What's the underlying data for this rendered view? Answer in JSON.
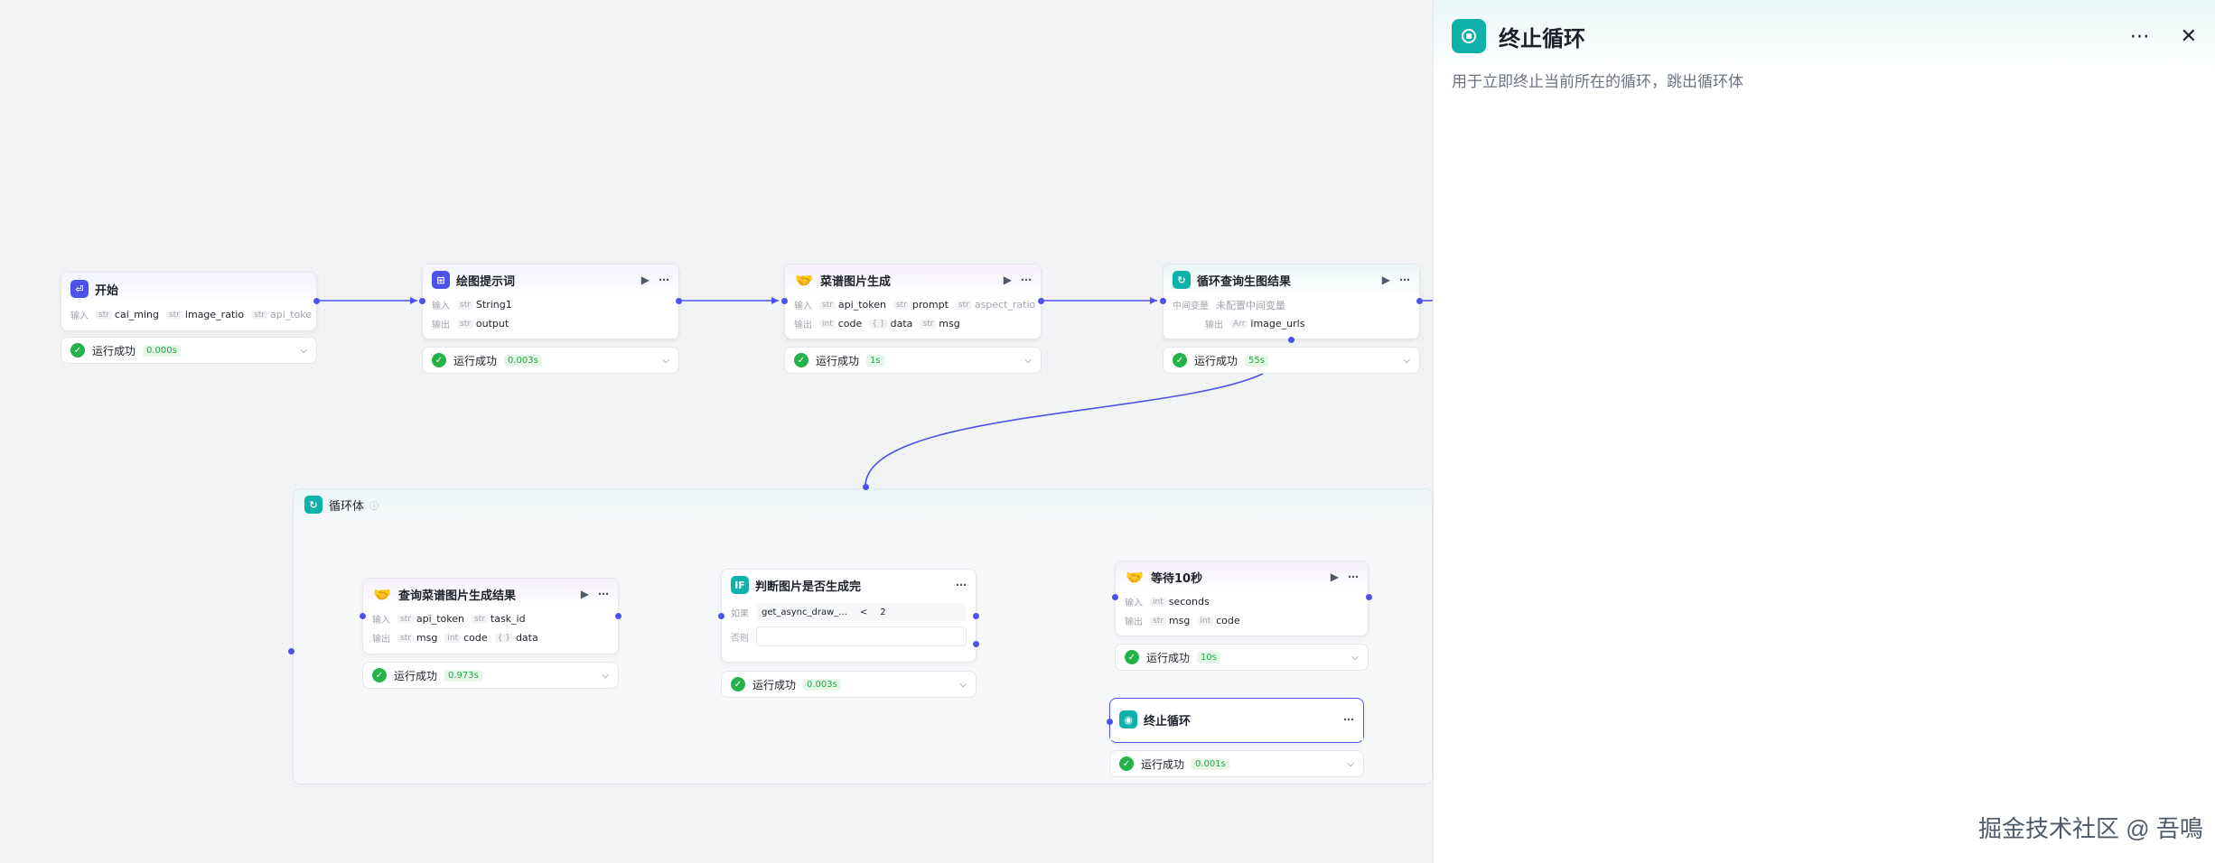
{
  "colors": {
    "accent": "#4d53e8",
    "teal": "#0fb2a8",
    "success": "#26b24b"
  },
  "nodes": {
    "start": {
      "title": "开始",
      "input_label": "输入",
      "params": [
        {
          "type": "str",
          "name": "cai_ming"
        },
        {
          "type": "str",
          "name": "image_ratio"
        },
        {
          "type": "str",
          "name": "api_toke"
        }
      ],
      "status": "运行成功",
      "time": "0.000s"
    },
    "prompt": {
      "title": "绘图提示词",
      "input_label": "输入",
      "output_label": "输出",
      "inputs": [
        {
          "type": "str",
          "name": "String1"
        }
      ],
      "outputs": [
        {
          "type": "str",
          "name": "output"
        }
      ],
      "status": "运行成功",
      "time": "0.003s"
    },
    "gen": {
      "title": "菜谱图片生成",
      "input_label": "输入",
      "output_label": "输出",
      "inputs": [
        {
          "type": "str",
          "name": "api_token"
        },
        {
          "type": "str",
          "name": "prompt"
        },
        {
          "type": "str",
          "name": "aspect_ratio"
        }
      ],
      "outputs": [
        {
          "type": "int",
          "name": "code"
        },
        {
          "type": "{ }",
          "name": "data"
        },
        {
          "type": "str",
          "name": "msg"
        }
      ],
      "status": "运行成功",
      "time": "1s"
    },
    "loop": {
      "title": "循环查询生图结果",
      "mid_label": "中间变量",
      "mid_value": "未配置中间变量",
      "output_label": "输出",
      "outputs": [
        {
          "type": "Arr",
          "name": "image_urls"
        }
      ],
      "status": "运行成功",
      "time": "55s"
    },
    "query": {
      "title": "查询菜谱图片生成结果",
      "input_label": "输入",
      "output_label": "输出",
      "inputs": [
        {
          "type": "str",
          "name": "api_token"
        },
        {
          "type": "str",
          "name": "task_id"
        }
      ],
      "outputs": [
        {
          "type": "str",
          "name": "msg"
        },
        {
          "type": "int",
          "name": "code"
        },
        {
          "type": "{ }",
          "name": "data"
        }
      ],
      "status": "运行成功",
      "time": "0.973s"
    },
    "judge": {
      "title": "判断图片是否生成完",
      "if_label": "如果",
      "else_label": "否则",
      "cond_left": "get_async_draw_...",
      "cond_op": "<",
      "cond_right": "2",
      "status": "运行成功",
      "time": "0.003s"
    },
    "wait": {
      "title": "等待10秒",
      "input_label": "输入",
      "output_label": "输出",
      "inputs": [
        {
          "type": "int",
          "name": "seconds"
        }
      ],
      "outputs": [
        {
          "type": "str",
          "name": "msg"
        },
        {
          "type": "int",
          "name": "code"
        }
      ],
      "status": "运行成功",
      "time": "10s"
    },
    "stop": {
      "title": "终止循环",
      "status": "运行成功",
      "time": "0.001s"
    }
  },
  "loop_body": {
    "title": "循环体"
  },
  "panel": {
    "title": "终止循环",
    "description": "用于立即终止当前所在的循环，跳出循环体",
    "more_icon": "more-icon",
    "close_icon": "close-icon"
  },
  "watermark": "掘金技术社区 @ 吾鳴"
}
